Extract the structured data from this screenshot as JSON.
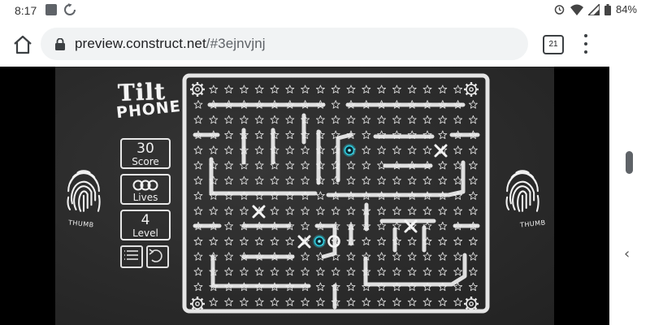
{
  "status_bar": {
    "time": "8:17",
    "battery": "84%"
  },
  "browser": {
    "url_host": "preview.construct.net",
    "url_fragment": "/#3ejnvjnj",
    "tab_count": "21"
  },
  "game": {
    "title_line1": "Tilt",
    "title_line2": "PHONE",
    "score_value": "30",
    "score_label": "Score",
    "lives_label": "Lives",
    "level_value": "4",
    "level_label": "Level",
    "thumb_left_label": "THUMB",
    "thumb_right_label": "THUMB"
  },
  "colors": {
    "chalk": "#f2f2f2",
    "board": "#2b2b2b",
    "ball_glow": "#2fd3e6"
  }
}
